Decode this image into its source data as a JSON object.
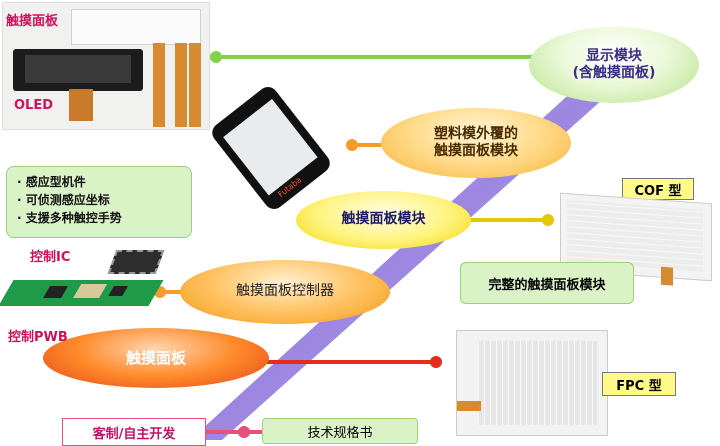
{
  "labels": {
    "touch_panel_top": "触摸面板",
    "oled": "OLED",
    "control_ic": "控制IC",
    "control_pwb": "控制PWB"
  },
  "ellipses": {
    "display_module": "显示模块\n(含触摸面板)",
    "plastic_module": "塑料模外覆的\n触摸面板模块",
    "touch_module": "触摸面板模块",
    "controller": "触摸面板控制器",
    "touch_panel": "触摸面板"
  },
  "features": [
    "感应型机件",
    "可侦测感应坐标",
    "支援多种触控手势"
  ],
  "boxes": {
    "cof": "COF 型",
    "complete_module": "完整的触摸面板模块",
    "fpc": "FPC 型",
    "custom_dev": "客制/自主开发",
    "spec": "技术规格书"
  },
  "phone_brand": "Futaba",
  "colors": {
    "green_line": "#7fd24a",
    "orange_line": "#f39c2a",
    "yellow_line": "#e6c800",
    "red_line": "#e0301c",
    "pink_line": "#e8507a",
    "diag_band": "#a88fe4",
    "label_red": "#d0105a"
  }
}
